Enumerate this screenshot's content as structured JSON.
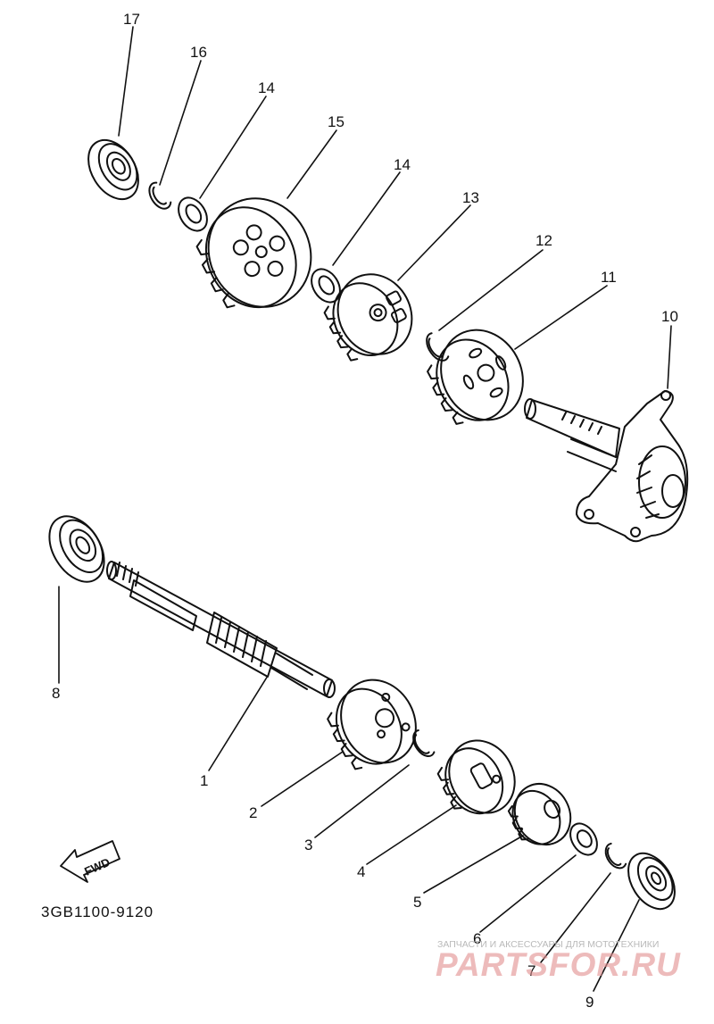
{
  "drawing_code": "3GB1100-9120",
  "fwd_arrow_label": "FWD",
  "callouts": {
    "p1": "1",
    "p2": "2",
    "p3": "3",
    "p4": "4",
    "p5": "5",
    "p6": "6",
    "p7": "7",
    "p8": "8",
    "p9": "9",
    "p10": "10",
    "p11": "11",
    "p12": "12",
    "p13": "13",
    "p14a": "14",
    "p14b": "14",
    "p15": "15",
    "p16": "16",
    "p17": "17"
  },
  "watermark": {
    "tagline": "ЗАПЧАСТИ И АКСЕССУАРЫ ДЛЯ МОТОТЕХНИКИ",
    "site": "PARTSFOR.RU"
  }
}
